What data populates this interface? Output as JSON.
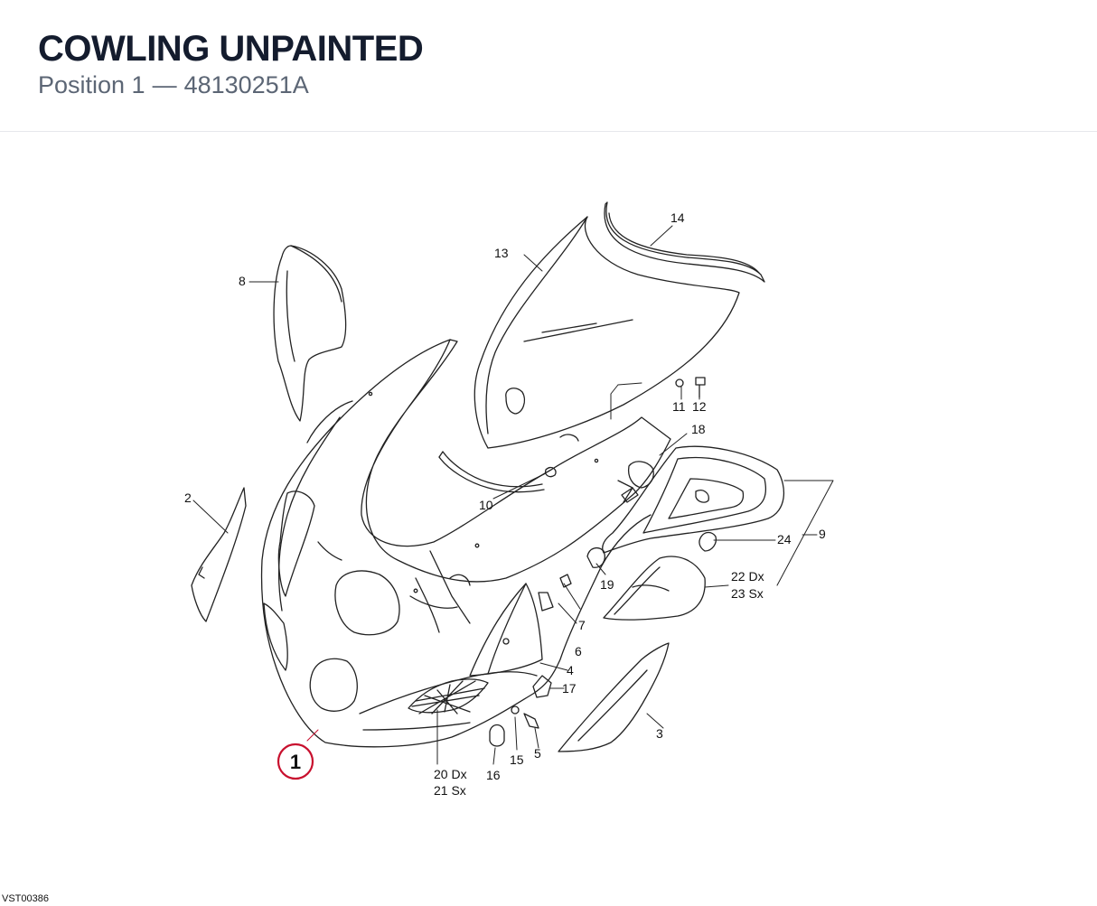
{
  "header": {
    "title": "COWLING UNPAINTED",
    "position_label": "Position 1",
    "separator": "—",
    "part_number": "48130251A"
  },
  "footer": {
    "drawing_code": "VST00386"
  },
  "highlight": {
    "callout": "1",
    "color": "#c8102e"
  },
  "labels": {
    "p2": "2",
    "p3": "3",
    "p4": "4",
    "p5": "5",
    "p6": "6",
    "p7": "7",
    "p8": "8",
    "p9": "9",
    "p10": "10",
    "p11": "11",
    "p12": "12",
    "p13": "13",
    "p14": "14",
    "p15": "15",
    "p16": "16",
    "p17": "17",
    "p18": "18",
    "p19": "19",
    "p20": "20 Dx",
    "p21": "21 Sx",
    "p22": "22 Dx",
    "p23": "23 Sx",
    "p24": "24"
  }
}
